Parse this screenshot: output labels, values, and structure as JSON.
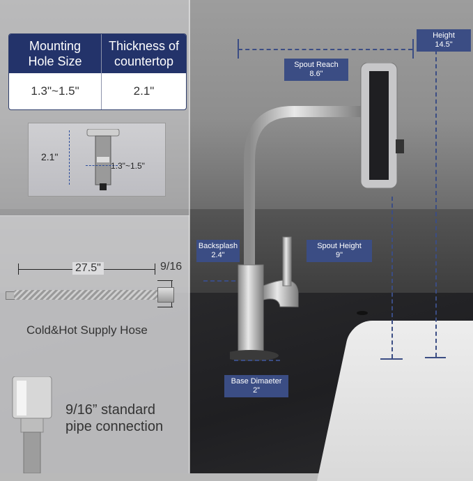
{
  "spec_table": {
    "col1_header": "Mounting Hole Size",
    "col2_header": "Thickness of countertop",
    "col1_value": "1.3\"~1.5\"",
    "col2_value": "2.1\""
  },
  "hole_photo": {
    "thickness_label": "2.1\"",
    "diameter_label": "1.3\"~1.5\""
  },
  "hose": {
    "length_label": "27.5\"",
    "thread_label": "9/16",
    "caption": "Cold&Hot Supply Hose"
  },
  "connection": {
    "caption_line1": "9/16” standard",
    "caption_line2": "pipe connection"
  },
  "faucet_labels": {
    "height_title": "Height",
    "height_value": "14.5\"",
    "spout_reach_title": "Spout Reach",
    "spout_reach_value": "8.6\"",
    "backsplash_title": "Backsplash",
    "backsplash_value": "2.4\"",
    "spout_height_title": "Spout Height",
    "spout_height_value": "9\"",
    "base_title": "Base Dimaeter",
    "base_value": "2”"
  },
  "colors": {
    "header_navy": "#23336a",
    "label_blue": "#3b4d84"
  }
}
